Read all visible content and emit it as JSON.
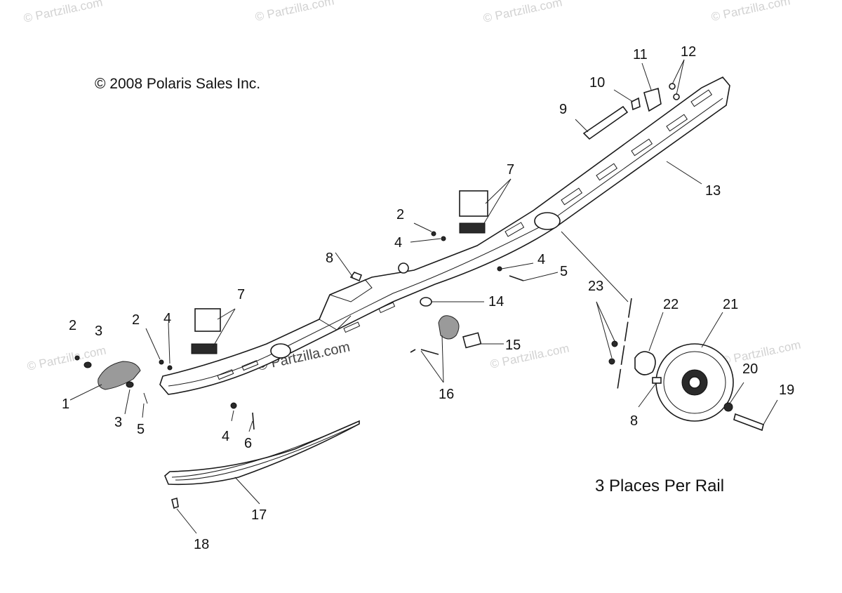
{
  "copyright": "© 2008 Polaris Sales Inc.",
  "note": "3 Places Per Rail",
  "watermark": "© Partzilla.com",
  "callouts": {
    "c1": "1",
    "c2a": "2",
    "c2b": "2",
    "c2c": "2",
    "c3a": "3",
    "c3b": "3",
    "c4a": "4",
    "c4b": "4",
    "c4c": "4",
    "c4d": "4",
    "c5a": "5",
    "c5b": "5",
    "c6": "6",
    "c7a": "7",
    "c7b": "7",
    "c8a": "8",
    "c8b": "8",
    "c9": "9",
    "c10": "10",
    "c11": "11",
    "c12": "12",
    "c13": "13",
    "c14": "14",
    "c15": "15",
    "c16": "16",
    "c17": "17",
    "c18": "18",
    "c19": "19",
    "c20": "20",
    "c21": "21",
    "c22": "22",
    "c23": "23"
  },
  "colors": {
    "line": "#1a1a1a",
    "watermark": "#d2d2d2",
    "background": "#ffffff"
  }
}
